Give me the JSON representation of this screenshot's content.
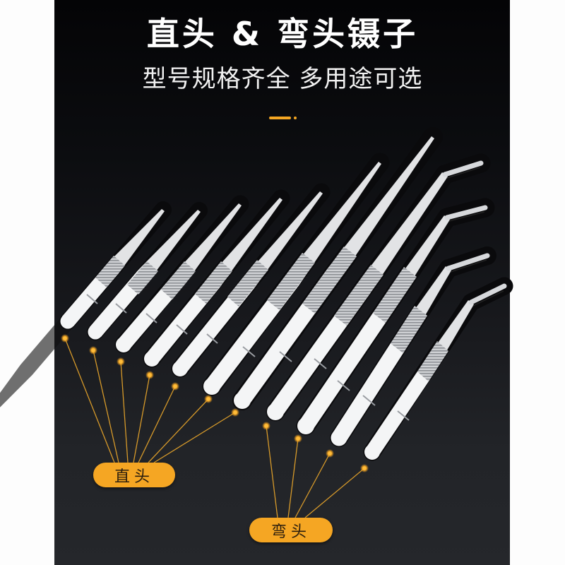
{
  "header": {
    "title": "直头 & 弯头镊子",
    "subtitle": "型号规格齐全 多用途可选"
  },
  "colors": {
    "accent": "#f5a623",
    "label_text": "#2b1e0e",
    "panel_top": "#040406",
    "panel_bottom": "#25272b",
    "page_background": "#fdfdfd"
  },
  "labels": {
    "straight": "直头",
    "bent": "弯头"
  },
  "product": {
    "straight_count": 7,
    "bent_count": 4
  }
}
